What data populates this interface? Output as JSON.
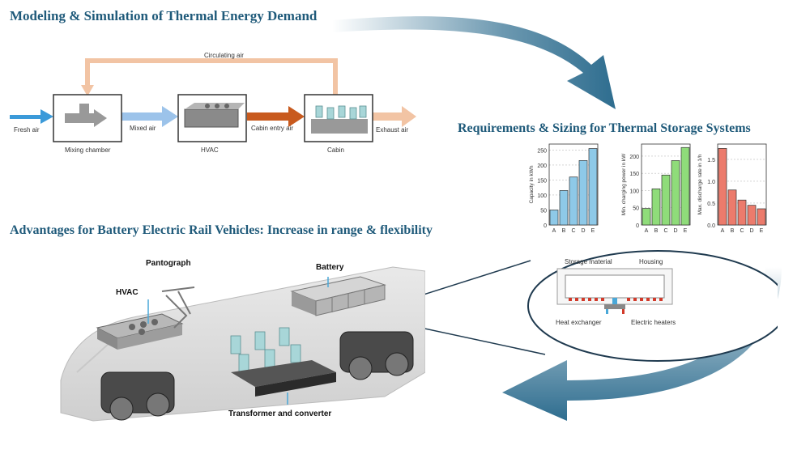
{
  "headings": {
    "modeling": "Modeling & Simulation of Thermal Energy Demand",
    "requirements": "Requirements & Sizing for Thermal Storage Systems",
    "advantages": "Advantages for Battery Electric Rail Vehicles: Increase in range & flexibility"
  },
  "airflow": {
    "circulating": "Circulating air",
    "fresh": "Fresh air",
    "mixed": "Mixed air",
    "cabin_entry": "Cabin entry air",
    "exhaust": "Exhaust air",
    "mixing_chamber": "Mixing chamber",
    "hvac": "HVAC",
    "cabin": "Cabin"
  },
  "storage": {
    "storage_material": "Storage material",
    "housing": "Housing",
    "heat_exchanger": "Heat exchanger",
    "electric_heaters": "Electric heaters"
  },
  "train": {
    "pantograph": "Pantograph",
    "hvac": "HVAC",
    "battery": "Battery",
    "transformer": "Transformer and converter"
  },
  "colors": {
    "heading": "#1f5a7a",
    "arrow": "#2e6d8f",
    "fresh_air": "#3b9ad9",
    "mixed_air": "#9cc3ea",
    "cabin_entry": "#c85a1e",
    "exhaust": "#f2c4a4",
    "circulating": "#f2c4a4",
    "chart1": "#8ec9e8",
    "chart2": "#8fdc7a",
    "chart3": "#ec7b6c"
  },
  "chart_data": [
    {
      "type": "bar",
      "categories": [
        "A",
        "B",
        "C",
        "D",
        "E"
      ],
      "values": [
        50,
        115,
        160,
        215,
        255
      ],
      "ylabel": "Capacity in kWh",
      "ylim": [
        0,
        270
      ],
      "yticks": [
        0,
        50,
        100,
        150,
        200,
        250
      ],
      "grid": true,
      "color": "#8ec9e8"
    },
    {
      "type": "bar",
      "categories": [
        "A",
        "B",
        "C",
        "D",
        "E"
      ],
      "values": [
        48,
        105,
        145,
        187,
        225
      ],
      "ylabel": "Min. charging power in kW",
      "ylim": [
        0,
        235
      ],
      "yticks": [
        0,
        50,
        100,
        150,
        200
      ],
      "grid": true,
      "color": "#8fdc7a"
    },
    {
      "type": "bar",
      "categories": [
        "A",
        "B",
        "C",
        "D",
        "E"
      ],
      "values": [
        1.75,
        0.8,
        0.57,
        0.45,
        0.37
      ],
      "ylabel": "Max. discharge rate in 1/h",
      "ylim": [
        0,
        1.85
      ],
      "yticks": [
        0.0,
        0.5,
        1.0,
        1.5
      ],
      "grid": true,
      "color": "#ec7b6c"
    }
  ]
}
